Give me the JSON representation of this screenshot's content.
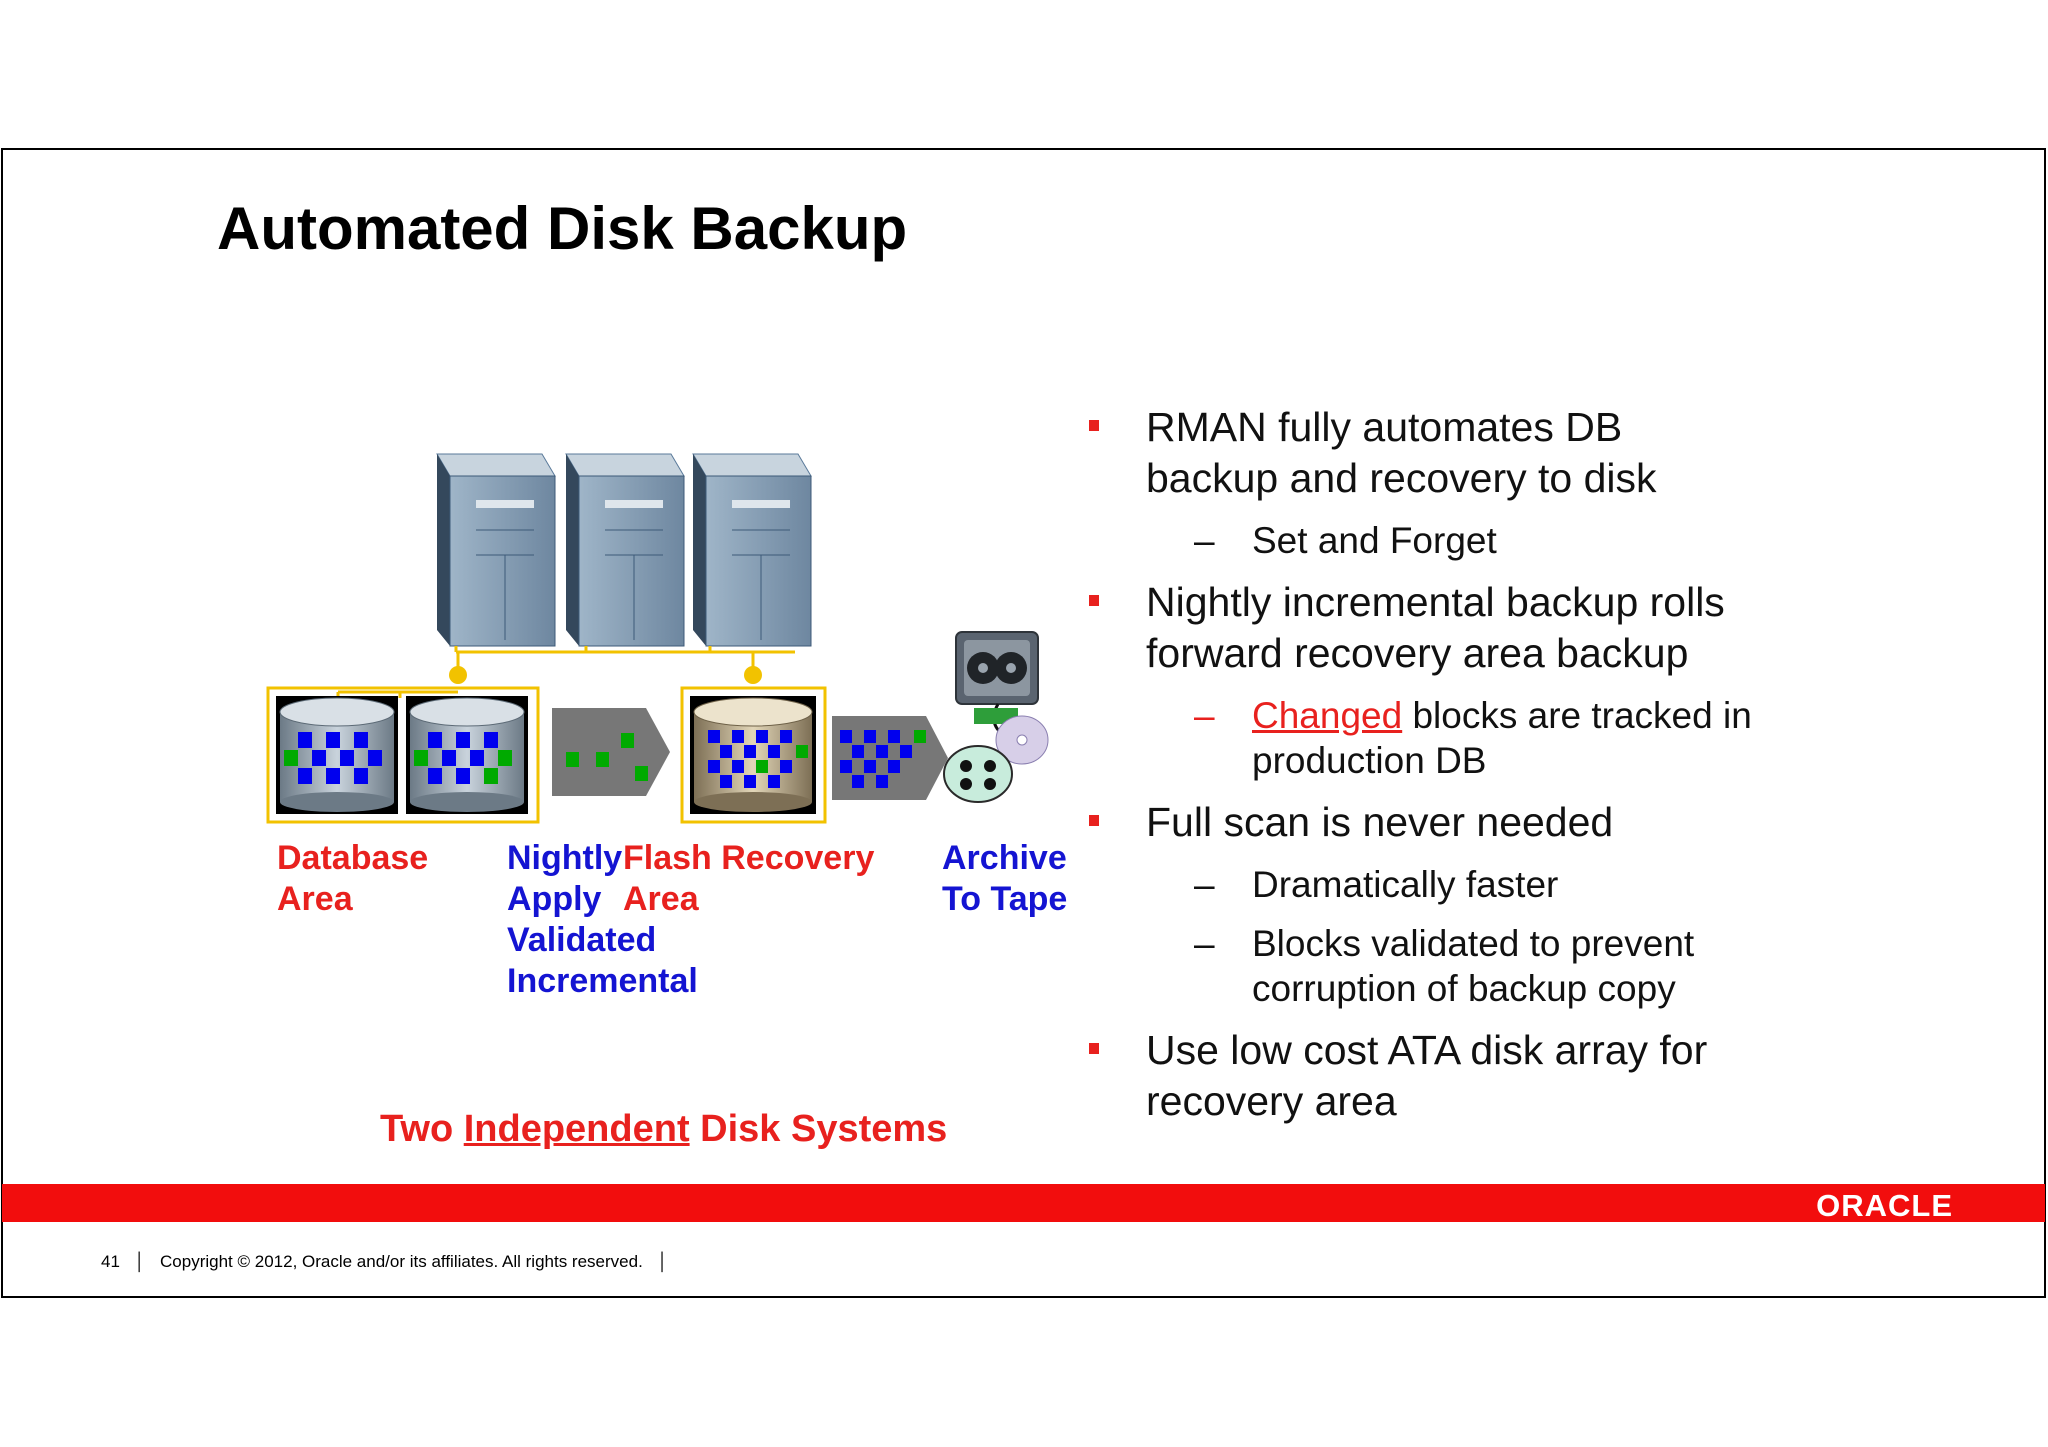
{
  "title": "Automated Disk Backup",
  "labels": {
    "database_area_1": "Database",
    "database_area_2": "Area",
    "nightly_1": "Nightly",
    "nightly_2": "Apply",
    "nightly_3": "Validated",
    "nightly_4": "Incremental",
    "flash_1": "Flash Recovery",
    "flash_2": "Area",
    "archive_1": "Archive",
    "archive_2": "To Tape"
  },
  "caption": {
    "before": "Two ",
    "underlined": "Independent",
    "after": " Disk Systems"
  },
  "bullets": {
    "b1_line1": "RMAN fully automates DB",
    "b1_line2": "backup and recovery to disk",
    "b1_sub1": "Set and Forget",
    "b2_line1": "Nightly incremental backup rolls",
    "b2_line2": "forward recovery area backup",
    "b2_sub1_highlight": "Changed",
    "b2_sub1_rest": " blocks are tracked in",
    "b2_sub1_line2": "production DB",
    "b3_line1": "Full scan is never needed",
    "b3_sub1": "Dramatically faster",
    "b3_sub2_line1": "Blocks validated to prevent",
    "b3_sub2_line2": "corruption of backup copy",
    "b4_line1": "Use low cost ATA disk array for",
    "b4_line2": "recovery area"
  },
  "footer": {
    "page_number": "41",
    "copyright": "Copyright © 2012, Oracle and/or its affiliates. All rights reserved.",
    "brand": "ORACLE"
  },
  "colors": {
    "accent_red": "#e8211e",
    "label_blue": "#1414d2",
    "bar_red": "#f20d0d"
  }
}
